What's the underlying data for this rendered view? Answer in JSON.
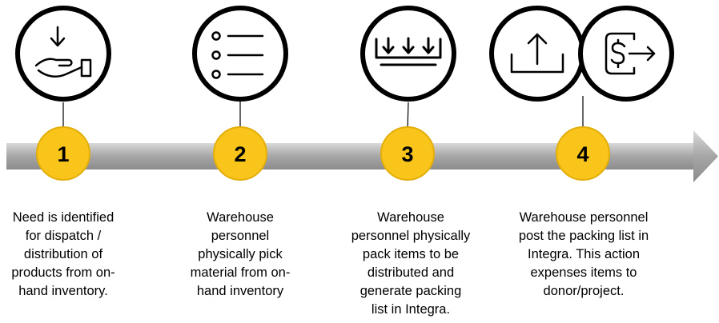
{
  "steps": [
    {
      "number": "1",
      "icon": "hand-receive-down-arrow-icon",
      "lines": [
        "Need is identified",
        "for dispatch /",
        "distribution of",
        "products from on-",
        "hand inventory."
      ]
    },
    {
      "number": "2",
      "icon": "checklist-icon",
      "lines": [
        "Warehouse",
        "personnel",
        "physically pick",
        "material from on-",
        "hand inventory"
      ]
    },
    {
      "number": "3",
      "icon": "pack-down-arrows-tray-icon",
      "lines": [
        "Warehouse",
        "personnel physically",
        "pack items to be",
        "distributed and",
        "generate packing",
        "list in Integra."
      ]
    },
    {
      "number": "4",
      "icon": "upload-tray-and-dollar-transfer-icon",
      "lines": [
        "Warehouse personnel",
        "post the packing list in",
        "Integra. This action",
        "expenses items to",
        "donor/project."
      ]
    }
  ],
  "colors": {
    "arrow": "#a6a6a6",
    "badge_fill": "#f9c51b",
    "badge_stroke": "#e3ae0a",
    "icon_stroke": "#000000"
  }
}
